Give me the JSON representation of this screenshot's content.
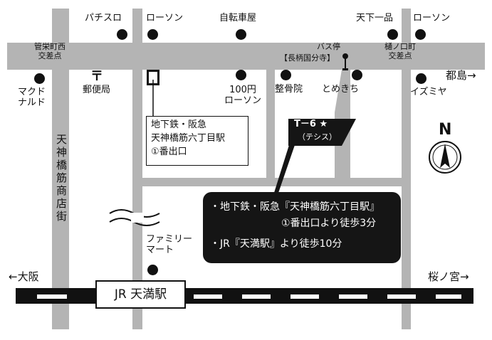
{
  "map": {
    "roads": {
      "vertical_left": "天神橋筋商店街"
    },
    "intersections": {
      "left": [
        "管栄町西",
        "交差点"
      ],
      "right": [
        "樋ノ口町",
        "交差点"
      ]
    },
    "directions": {
      "west": "←大阪",
      "east": "桜ノ宮→",
      "northeast": "都島→"
    },
    "landmarks": {
      "pachislot": "パチスロ",
      "lawson_top": "ローソン",
      "bicycle": "自転車屋",
      "tenkaippin": "天下一品",
      "lawson_right": "ローソン",
      "mcdonalds": [
        "マクド",
        "ナルド"
      ],
      "post_office": "郵便局",
      "lawson_100yen": [
        "100円",
        "ローソン"
      ],
      "seikotsuin": "整骨院",
      "tomekichi": "とめきち",
      "izumiya": "イズミヤ",
      "familymart": [
        "ファミリー",
        "マート"
      ]
    },
    "bus_stop": {
      "label": "バス停",
      "name": "【長柄国分寺】"
    },
    "subway_exit": {
      "lines": [
        "地下鉄・阪急",
        "天神橋筋六丁目駅",
        "①番出口"
      ]
    },
    "target": {
      "code": "T－6 ★",
      "name": "（テシス）"
    },
    "access_info": [
      "・地下鉄・阪急『天神橋筋六丁目駅』",
      "①番出口より徒歩3分",
      "・JR『天満駅』より徒歩10分"
    ],
    "station": "JR 天満駅",
    "compass": "N",
    "post_mark": "〒"
  },
  "colors": {
    "road": "#b4b4b4",
    "ink": "#111111",
    "callout_bg": "#151515"
  }
}
